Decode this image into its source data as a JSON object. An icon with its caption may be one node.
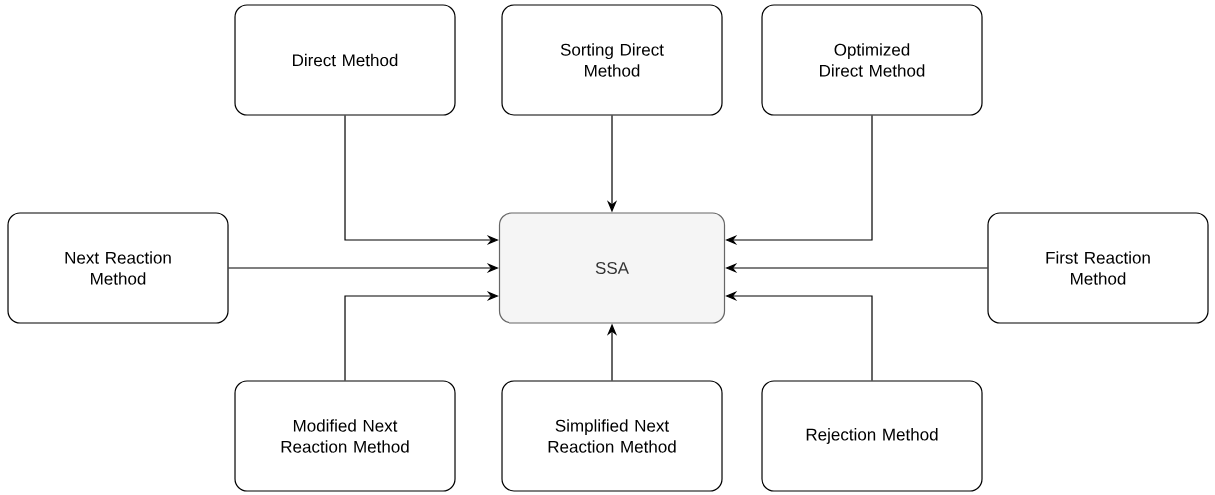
{
  "diagram": {
    "nodes": [
      {
        "text": [
          "Direct Method"
        ]
      },
      {
        "text": [
          "Sorting Direct Method"
        ]
      },
      {
        "text": [
          "Optimized Direct Method"
        ]
      },
      {
        "text": [
          "Next Reaction Method"
        ]
      },
      {
        "text": [
          "SSA"
        ]
      },
      {
        "text": [
          "First Reaction Method"
        ]
      },
      {
        "text": [
          "Modified Next Reaction Method"
        ]
      },
      {
        "text": [
          "Simplified Next Reaction Method"
        ]
      },
      {
        "text": [
          "Rejection Method"
        ]
      }
    ],
    "edges": [
      {
        "from": 0,
        "to": 4,
        "arrow": "to"
      },
      {
        "from": 1,
        "to": 4,
        "arrow": "to"
      },
      {
        "from": 2,
        "to": 4,
        "arrow": "to"
      },
      {
        "from": 3,
        "to": 4,
        "arrow": "to"
      },
      {
        "from": 5,
        "to": 4,
        "arrow": "to"
      },
      {
        "from": 6,
        "to": 4,
        "arrow": "to"
      },
      {
        "from": 7,
        "to": 4,
        "arrow": "to"
      },
      {
        "from": 8,
        "to": 4,
        "arrow": "to"
      }
    ]
  }
}
